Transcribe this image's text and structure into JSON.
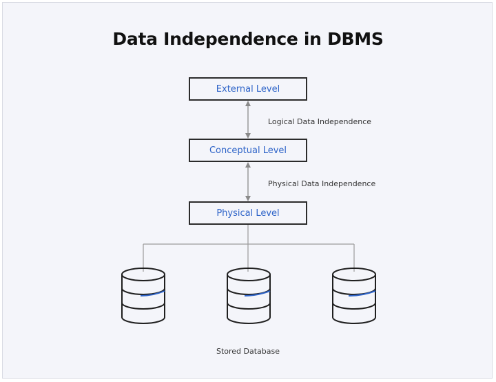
{
  "diagram": {
    "title": "Data Independence in DBMS",
    "levels": [
      {
        "label": "External Level"
      },
      {
        "label": "Conceptual Level"
      },
      {
        "label": "Physical Level"
      }
    ],
    "relations": [
      {
        "label": "Logical Data Independence"
      },
      {
        "label": "Physical Data Independence"
      }
    ],
    "storage_label": "Stored Database",
    "database_icons": [
      "database-icon",
      "database-icon",
      "database-icon"
    ],
    "colors": {
      "background": "#f4f5fa",
      "level_text": "#2d63c8",
      "box_border": "#2b2b2b",
      "connector": "#9a9a9a",
      "database_stroke": "#1f1f1f",
      "database_accent": "#2d63c8"
    }
  }
}
